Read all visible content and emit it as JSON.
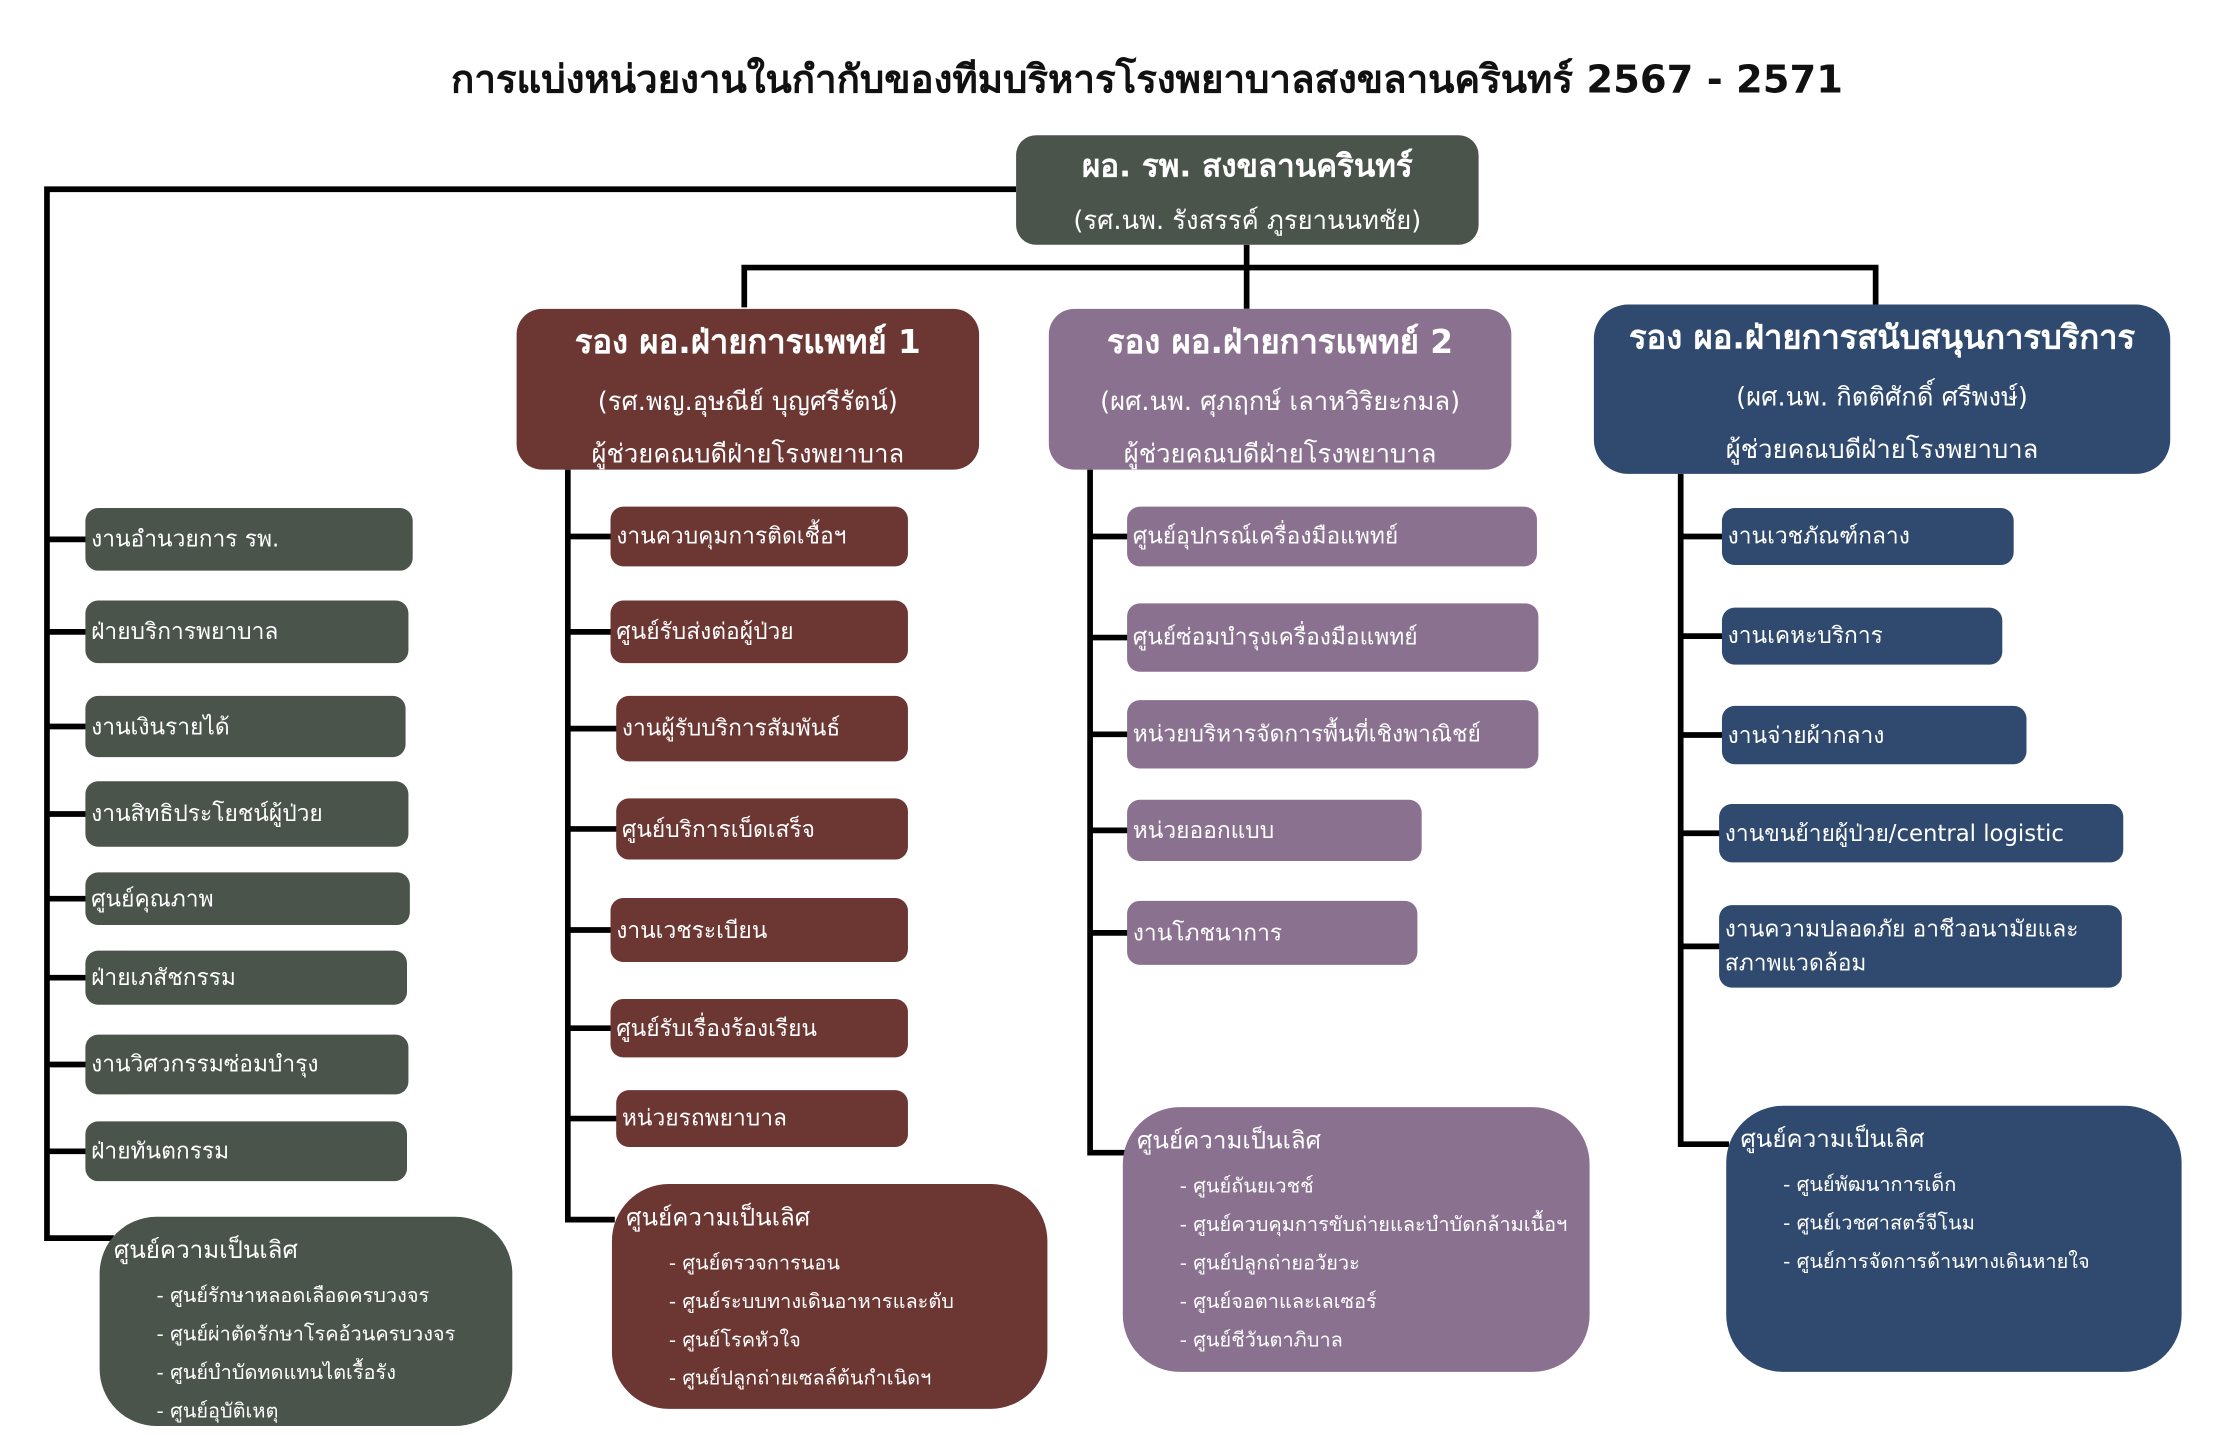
{
  "title": "การแบ่งหน่วยงานในกำกับของทีมบริหารโรงพยาบาลสงขลานครินทร์ 2567 - 2571",
  "director": {
    "title": "ผอ. รพ. สงขลานครินทร์",
    "name": "(รศ.นพ. รังสรรค์  ภูรยานนทชัย)"
  },
  "deputies": [
    {
      "title": "รอง ผอ.ฝ่ายการแพทย์ 1",
      "name": "(รศ.พญ.อุษณีย์  บุญศรีรัตน์)",
      "role": "ผู้ช่วยคณบดีฝ่ายโรงพยาบาล"
    },
    {
      "title": "รอง ผอ.ฝ่ายการแพทย์ 2",
      "name": "(ผศ.นพ. ศุภฤกษ์  เลาหวิริยะกมล)",
      "role": "ผู้ช่วยคณบดีฝ่ายโรงพยาบาล"
    },
    {
      "title": "รอง ผอ.ฝ่ายการสนับสนุนการบริการ",
      "name": "(ผศ.นพ. กิตติศักดิ์  ศรีพงษ์)",
      "role": "ผู้ช่วยคณบดีฝ่ายโรงพยาบาล"
    }
  ],
  "columns": [
    {
      "items": [
        "งานอำนวยการ รพ.",
        "ฝ่ายบริการพยาบาล",
        "งานเงินรายได้",
        "งานสิทธิประโยชน์ผู้ป่วย",
        "ศูนย์คุณภาพ",
        "ฝ่ายเภสัชกรรม",
        "งานวิศวกรรมซ่อมบำรุง",
        "ฝ่ายทันตกรรม"
      ],
      "excellence": {
        "heading": "ศูนย์ความเป็นเลิศ",
        "items": [
          "- ศูนย์รักษาหลอดเลือดครบวงจร",
          "- ศูนย์ผ่าตัดรักษาโรคอ้วนครบวงจร",
          "- ศูนย์บำบัดทดแทนไตเรื้อรัง",
          "- ศูนย์อุบัติเหตุ"
        ]
      }
    },
    {
      "items": [
        "งานควบคุมการติดเชื้อฯ",
        "ศูนย์รับส่งต่อผู้ป่วย",
        "งานผู้รับบริการสัมพันธ์",
        "ศูนย์บริการเบ็ดเสร็จ",
        "งานเวชระเบียน",
        "ศูนย์รับเรื่องร้องเรียน",
        "หน่วยรถพยาบาล"
      ],
      "excellence": {
        "heading": "ศูนย์ความเป็นเลิศ",
        "items": [
          "- ศูนย์ตรวจการนอน",
          "- ศูนย์ระบบทางเดินอาหารและตับ",
          "- ศูนย์โรคหัวใจ",
          "- ศูนย์ปลูกถ่ายเซลล์ต้นกำเนิดฯ"
        ]
      }
    },
    {
      "items": [
        "ศูนย์อุปกรณ์เครื่องมือแพทย์",
        "ศูนย์ซ่อมบำรุงเครื่องมือแพทย์",
        "หน่วยบริหารจัดการพื้นที่เชิงพาณิชย์",
        "หน่วยออกแบบ",
        "งานโภชนาการ"
      ],
      "excellence": {
        "heading": "ศูนย์ความเป็นเลิศ",
        "items": [
          "- ศูนย์ถันยเวชช์",
          "- ศูนย์ควบคุมการขับถ่ายและบำบัดกล้ามเนื้อฯ",
          "- ศูนย์ปลูกถ่ายอวัยวะ",
          "- ศูนย์จอตาและเลเซอร์",
          "- ศูนย์ชีวันตาภิบาล"
        ]
      }
    },
    {
      "items": [
        "งานเวชภัณฑ์กลาง",
        "งานเคหะบริการ",
        "งานจ่ายผ้ากลาง",
        "งานขนย้ายผู้ป่วย/central logistic",
        "งานความปลอดภัย อาชีวอนามัยและสภาพแวดล้อม"
      ],
      "excellence": {
        "heading": "ศูนย์ความเป็นเลิศ",
        "items": [
          "- ศูนย์พัฒนาการเด็ก",
          "- ศูนย์เวชศาสตร์จีโนม",
          "- ศูนย์การจัดการด้านทางเดินหายใจ"
        ]
      }
    }
  ],
  "colors": {
    "director": "#4a544b",
    "col0": "#4a544b",
    "col1": "#6c3632",
    "col2": "#8b7190",
    "col3": "#2f4a6e"
  }
}
